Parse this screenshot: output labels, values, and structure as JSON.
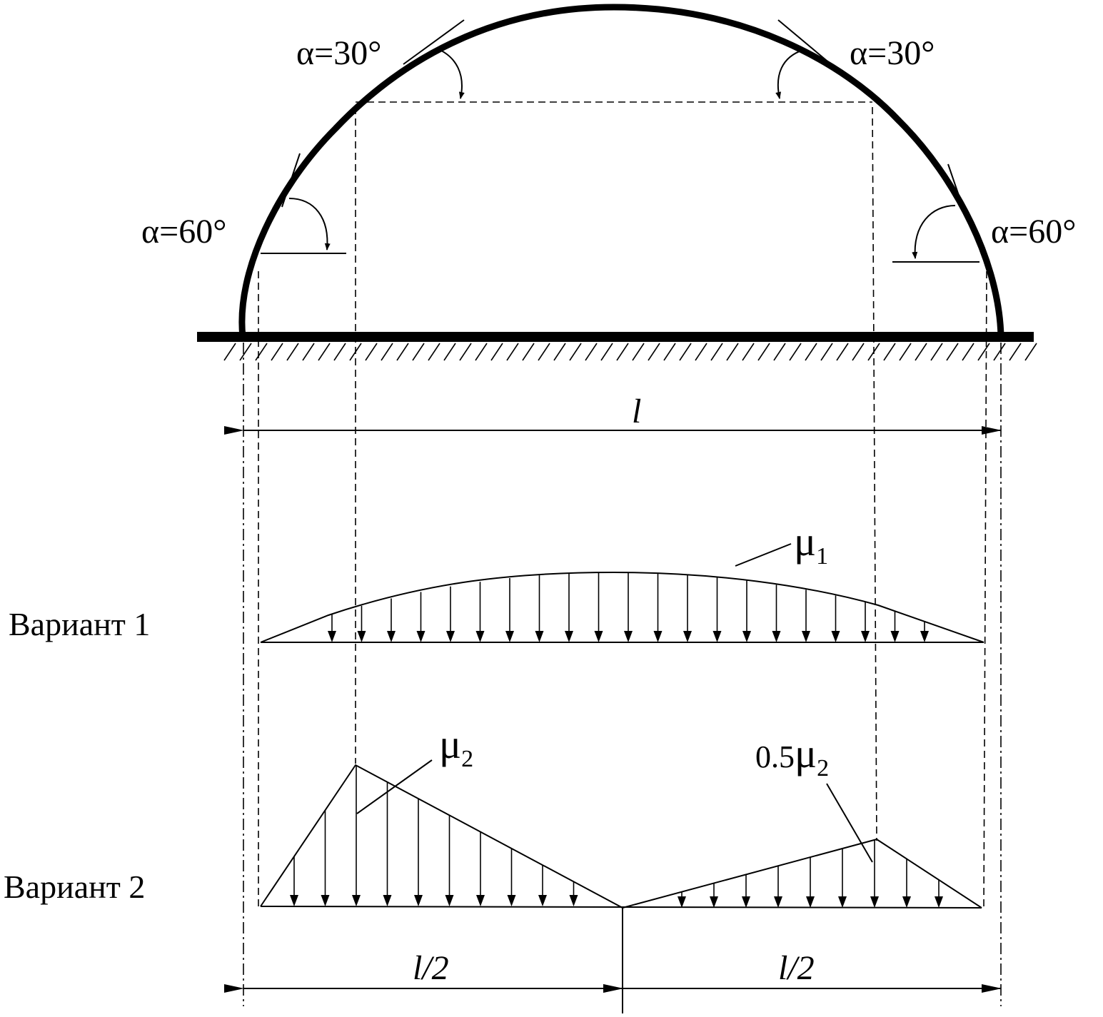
{
  "angles": {
    "left_top": "α=30°",
    "right_top": "α=30°",
    "left_side": "α=60°",
    "right_side": "α=60°"
  },
  "dimensions": {
    "span": "l",
    "half_left": "l/2",
    "half_right": "l/2"
  },
  "variant1": {
    "label": "Вариант 1",
    "load_symbol": "μ",
    "load_sub": "1"
  },
  "variant2": {
    "label": "Вариант 2",
    "load_symbol": "μ",
    "load_sub": "2",
    "half_load_prefix": "0.5",
    "half_load_symbol": "μ",
    "half_load_sub": "2"
  }
}
